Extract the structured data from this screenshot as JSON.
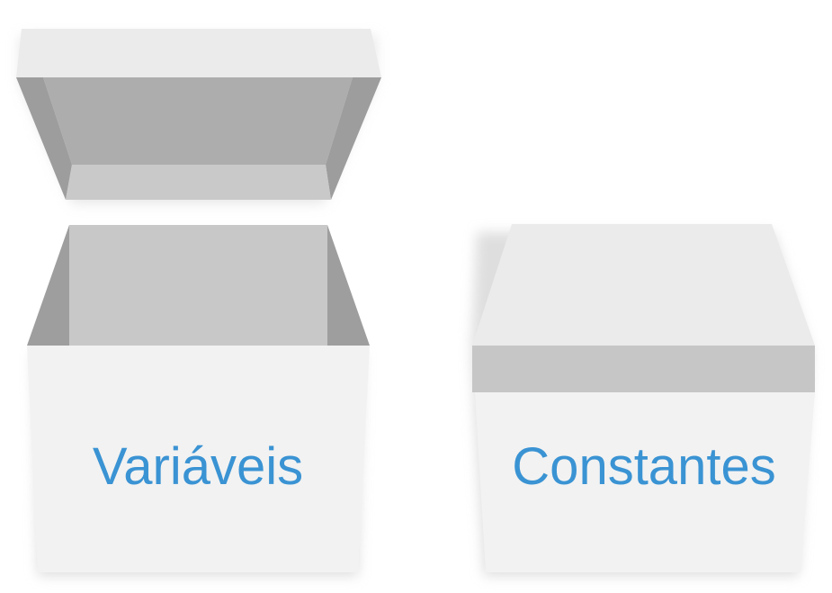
{
  "boxes": {
    "variables": {
      "label": "Variáveis",
      "state": "open"
    },
    "constants": {
      "label": "Constantes",
      "state": "closed"
    }
  },
  "colors": {
    "label_text": "#3a93d3",
    "box_front": "#f2f2f2",
    "box_inside_back": "#c8c8c8",
    "box_inside_side": "#9e9e9e",
    "lid_top": "#ebebeb",
    "lid_inner": "#adadad",
    "lid_side": "#9d9d9d",
    "lid_rim": "#c9c9c9",
    "closed_lid_band": "#c6c6c6",
    "shadow": "#d6d6d6"
  }
}
